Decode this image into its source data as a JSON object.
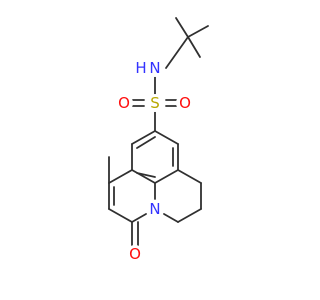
{
  "molecule": {
    "atoms": [
      {
        "id": "N1",
        "label": "N",
        "color": "#3333ff"
      },
      {
        "id": "H1",
        "label": "H",
        "color": "#3333ff"
      },
      {
        "id": "S1",
        "label": "S",
        "color": "#b8a800"
      },
      {
        "id": "O1",
        "label": "O",
        "color": "#ff0d0d"
      },
      {
        "id": "O2",
        "label": "O",
        "color": "#ff0d0d"
      },
      {
        "id": "N2",
        "label": "N",
        "color": "#3333ff"
      },
      {
        "id": "O3",
        "label": "O",
        "color": "#ff0d0d"
      }
    ],
    "bond_color": "#303030"
  }
}
